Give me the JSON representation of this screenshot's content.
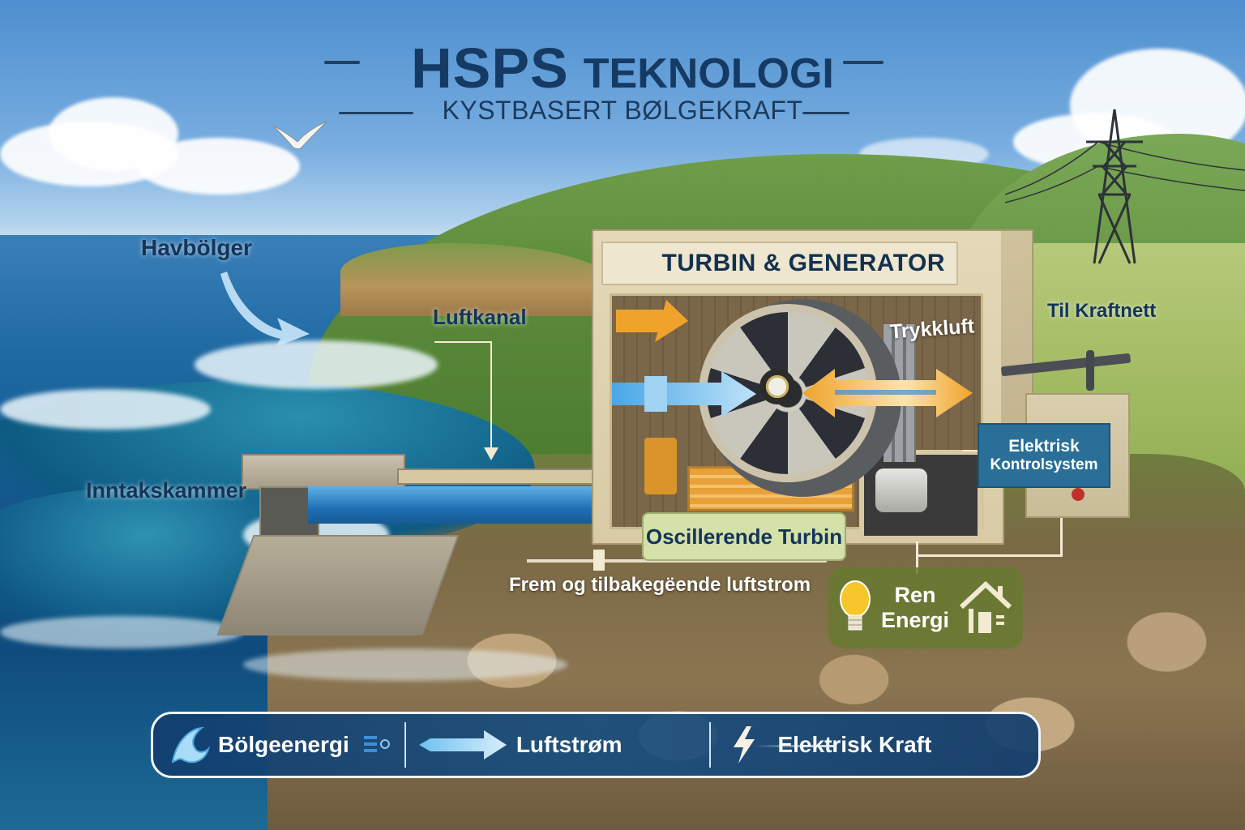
{
  "header": {
    "title_part1": "HSPS",
    "title_part2": "TEKNOLOGI",
    "subtitle": "KYSTBASERT BØLGEKRAFT"
  },
  "building": {
    "sign": "TURBIN & GENERATOR"
  },
  "labels": {
    "ocean_waves": "Havbölger",
    "air_duct": "Luftkanal",
    "intake_chamber": "Inntakskammer",
    "compressed_air": "Trykkluft",
    "to_grid": "Til Kraftnett",
    "oscillating_turbine": "Oscillerende Turbin",
    "control_system_line1": "Elektrisk",
    "control_system_line2": "Kontrolsystem",
    "reciprocating_airflow": "Frem og tilbakegëende luftstrom",
    "clean_energy_line1": "Ren",
    "clean_energy_line2": "Energi"
  },
  "flow_bar": {
    "items": [
      {
        "icon": "wave-icon",
        "label": "Bölgeenergi"
      },
      {
        "icon": "arrow-right-icon",
        "label": "Luftstrøm"
      },
      {
        "icon": "lightning-icon",
        "label": "Elektrisk Kraft"
      }
    ]
  },
  "colors": {
    "title_navy": "#153a63",
    "flow_bar_bg": "#134a80",
    "airflow_blue": "#5fb4ea",
    "airflow_orange": "#f0a32a",
    "control_box": "#2a6f97",
    "turbine_label_bg": "#d4e1a8",
    "clean_energy_bg": "#677a30"
  }
}
